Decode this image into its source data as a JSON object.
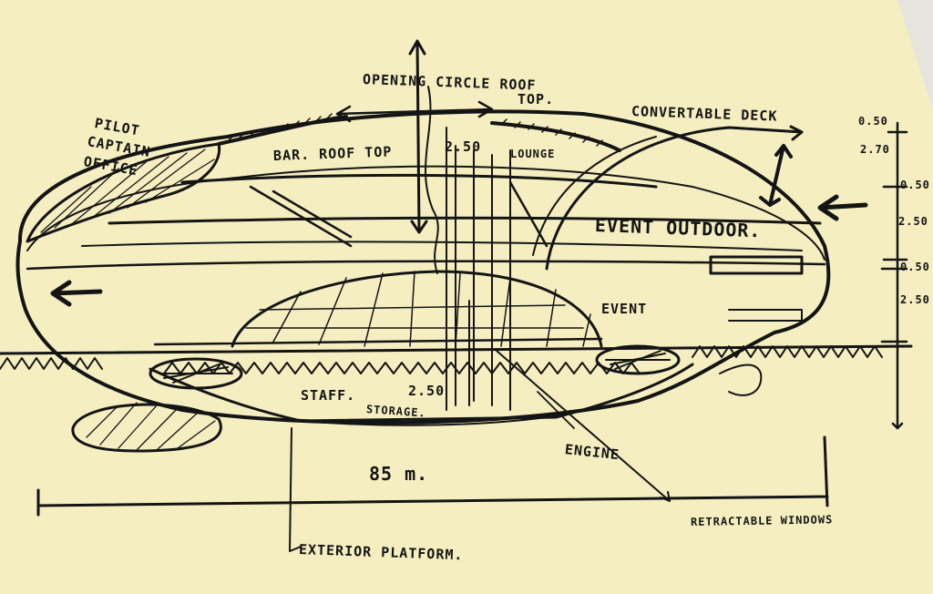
{
  "colors": {
    "paper": "#f4eec1",
    "ink": "#141414",
    "background": "#e9e4cf"
  },
  "labels": {
    "pilot_line1": "PILOT",
    "pilot_line2": "CAPTAIN",
    "pilot_line3": "OFFICE",
    "opening_roof_line1": "OPENING CIRCLE ROOF",
    "opening_roof_line2": "TOP.",
    "convertable_deck": "CONVERTABLE DECK",
    "bar_roof_top": "BAR. ROOF TOP",
    "lounge": "LOUNGE",
    "dim_250_top": "2.50",
    "event_outdoor": "EVENT OUTDOOR.",
    "event": "EVENT",
    "staff": "STAFF.",
    "storage": "STORAGE.",
    "dim_250_lower": "2.50",
    "engine": "ENGINE",
    "length": "85 m.",
    "retractable_windows": "RETRACTABLE WINDOWS",
    "exterior_platform": "EXTERIOR PLATFORM."
  },
  "dimensions": {
    "d1": "0.50",
    "d2": "2.70",
    "d3": "0.50",
    "d4": "2.50",
    "d5": "0.50",
    "d6": "2.50"
  }
}
